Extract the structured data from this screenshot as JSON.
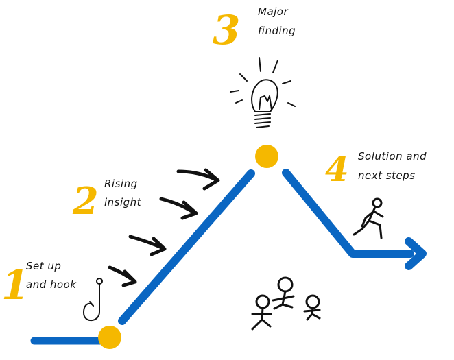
{
  "steps": [
    {
      "number": "1",
      "line1": "Set up",
      "line2": "and hook"
    },
    {
      "number": "2",
      "line1": "Rising",
      "line2": "insight"
    },
    {
      "number": "3",
      "line1": "Major",
      "line2": "finding"
    },
    {
      "number": "4",
      "line1": "Solution and",
      "line2": "next steps"
    }
  ],
  "colors": {
    "path": "#0a66c2",
    "node": "#f5b800",
    "number": "#f5b800",
    "ink": "#111111"
  },
  "icons": [
    "fishing-hook-icon",
    "arrow-icon",
    "lightbulb-icon",
    "running-person-icon",
    "people-group-icon"
  ]
}
